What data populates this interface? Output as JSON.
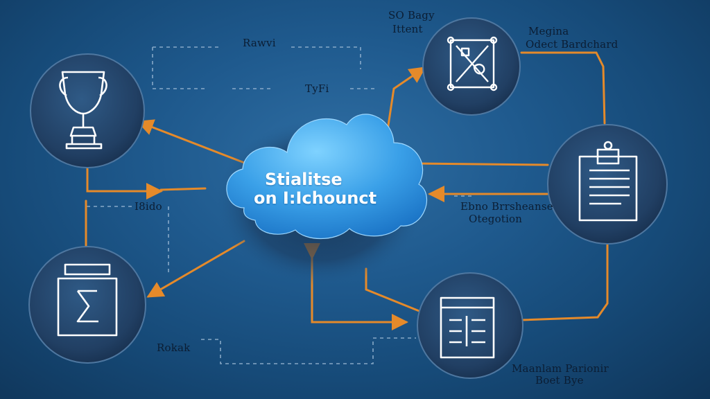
{
  "diagram": {
    "center_node": {
      "line1": "Stialitse",
      "line2": "on I:Ichounct"
    },
    "labels": {
      "top_middle_upper": "Rawvi",
      "top_middle_lower": "TyFi",
      "top_right_a_line1": "SO Bagy",
      "top_right_a_line2": "Ittent",
      "top_right_b_line1": "Megina",
      "top_right_b_line2": "Odect Bardchard",
      "left_middle": "I8ido",
      "right_middle_line1": "Ebno Brrsheanse",
      "right_middle_line2": "Otegotion",
      "bottom_left": "Rokak",
      "bottom_right_line1": "Maanlam Parionir",
      "bottom_right_line2": "Boet Bye"
    },
    "icons": [
      "trophy-icon",
      "box-sigma-icon",
      "tools-frame-icon",
      "clipboard-icon",
      "document-list-icon"
    ],
    "colors": {
      "arrow": "#e58a2a",
      "node_fill": "#254a72",
      "cloud": "#3aa0e8",
      "dashed": "#9bb8d4"
    }
  }
}
